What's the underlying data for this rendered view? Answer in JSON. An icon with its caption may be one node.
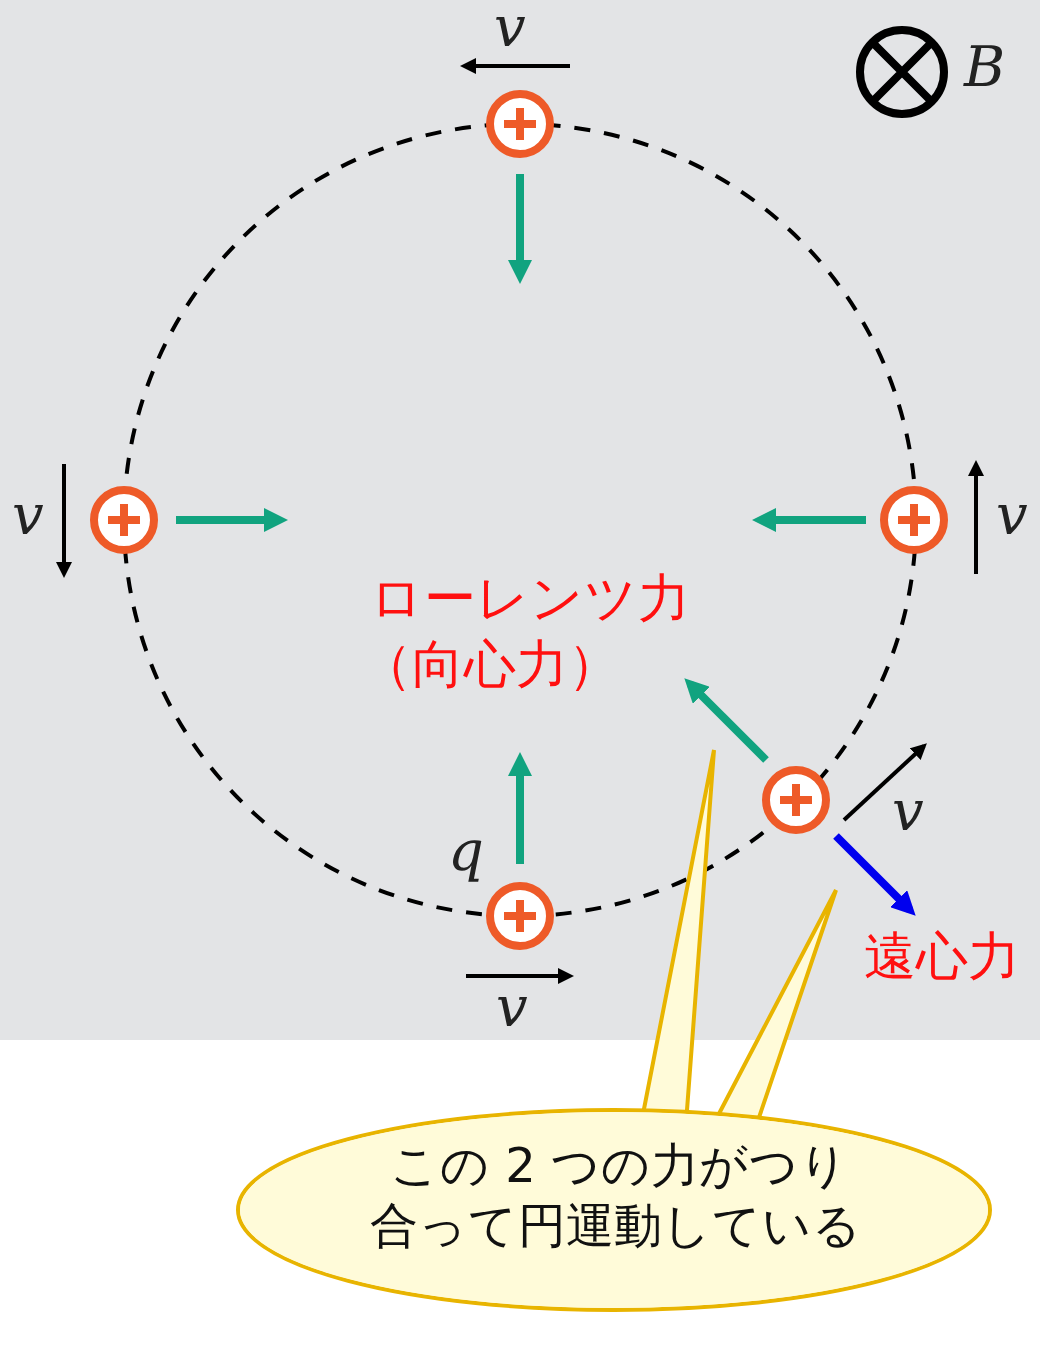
{
  "diagram": {
    "nodes": [
      {
        "text": [
          "この 2 つの力がつり合って円運動している"
        ]
      },
      {
        "text": [],
        "shape": "arrow"
      },
      {
        "text": [],
        "shape": "arrow"
      }
    ],
    "edges": [
      {
        "from": 0,
        "to": 1,
        "arrow": "none"
      },
      {
        "from": 0,
        "to": 2,
        "arrow": "none"
      }
    ],
    "labels": [
      "v",
      "B",
      "v",
      "v",
      "ローレンツ力",
      "（向心力）",
      "v",
      "q",
      "遠心力",
      "v"
    ]
  }
}
